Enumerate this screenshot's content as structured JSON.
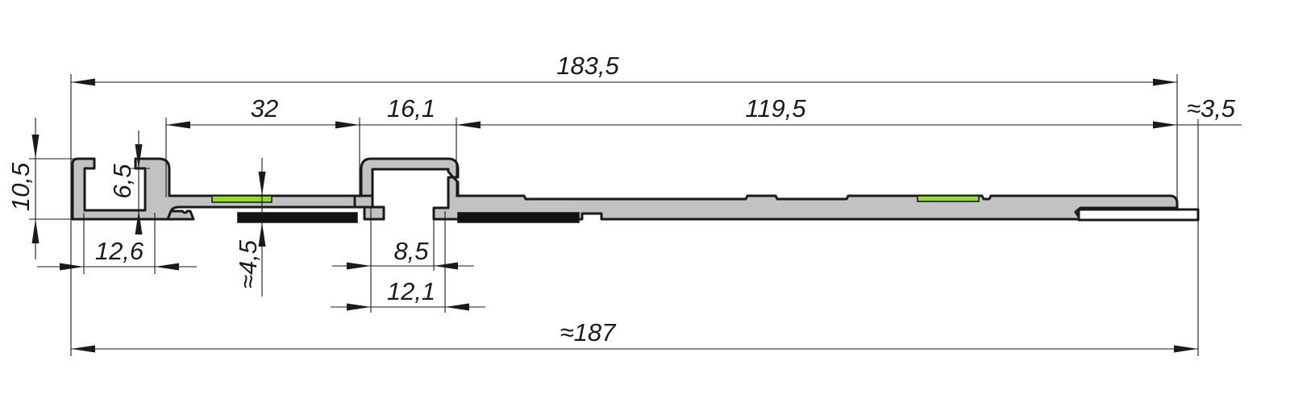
{
  "colors": {
    "profile_fill": "#c2c2c2",
    "profile_stroke": "#1a1a1a",
    "insert_green": "#8ee026",
    "insert_black": "#111111",
    "cover_fill": "#ffffff"
  },
  "dimensions": {
    "overall_top": "183,5",
    "overall_bottom": "≈187",
    "span_32": "32",
    "channel_width": "16,1",
    "span_right": "119,5",
    "lip": "≈3,5",
    "height_total": "10,5",
    "inner_height": "6,5",
    "left_channel_width": "12,6",
    "insert_height": "≈4,5",
    "channel_inner_width": "8,5",
    "channel_outer_width": "12,1"
  }
}
